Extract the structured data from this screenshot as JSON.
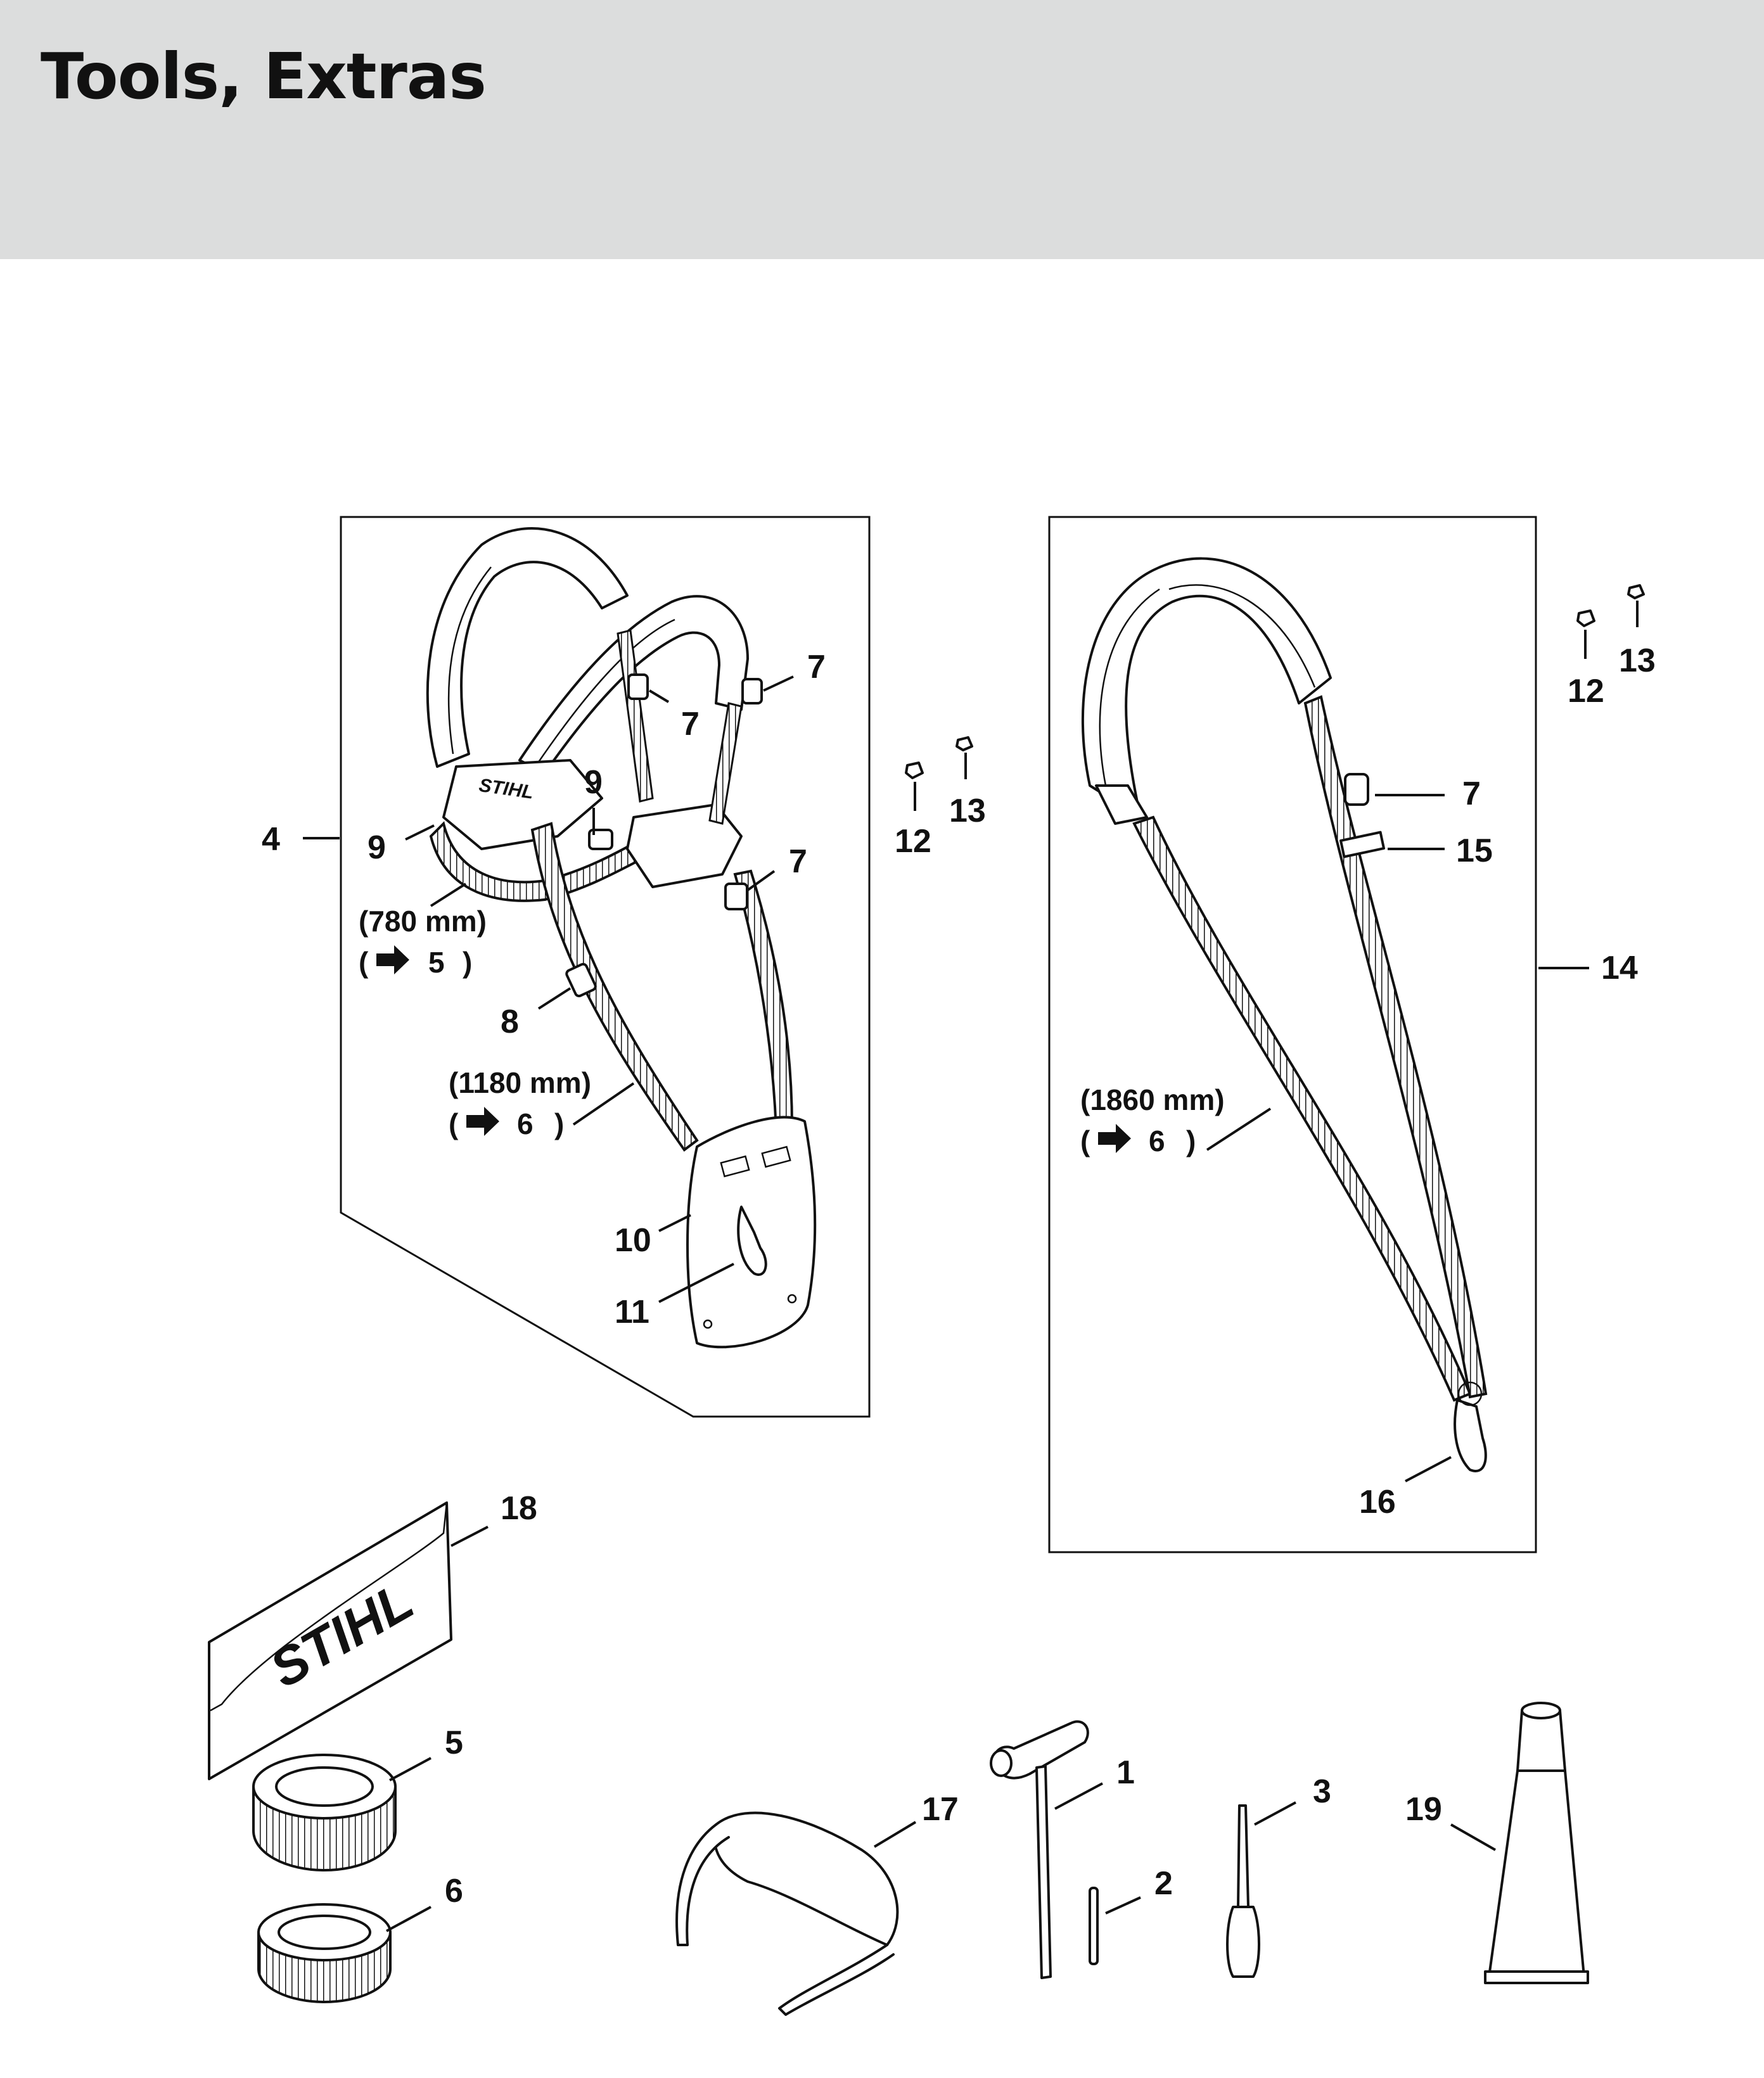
{
  "header": {
    "title": "Tools, Extras"
  },
  "callouts": {
    "c1": "1",
    "c2": "2",
    "c3": "3",
    "c4": "4",
    "c5": "5",
    "c6": "6",
    "c7": "7",
    "c8": "8",
    "c9": "9",
    "c10": "10",
    "c11": "11",
    "c12": "12",
    "c13": "13",
    "c14": "14",
    "c15": "15",
    "c16": "16",
    "c17": "17",
    "c18": "18",
    "c19": "19"
  },
  "dimensions": {
    "waist_length": "(780 mm)",
    "waist_ref": "5",
    "harness_length": "(1180 mm)",
    "harness_ref": "6",
    "strap_length": "(1860 mm)",
    "strap_ref": "6",
    "paren_open": "(",
    "paren_close": ")"
  },
  "brand": {
    "logo_text": "STIHL"
  },
  "colors": {
    "header_bg": "#dcdddd",
    "ink": "#111111",
    "paper": "#ffffff"
  }
}
